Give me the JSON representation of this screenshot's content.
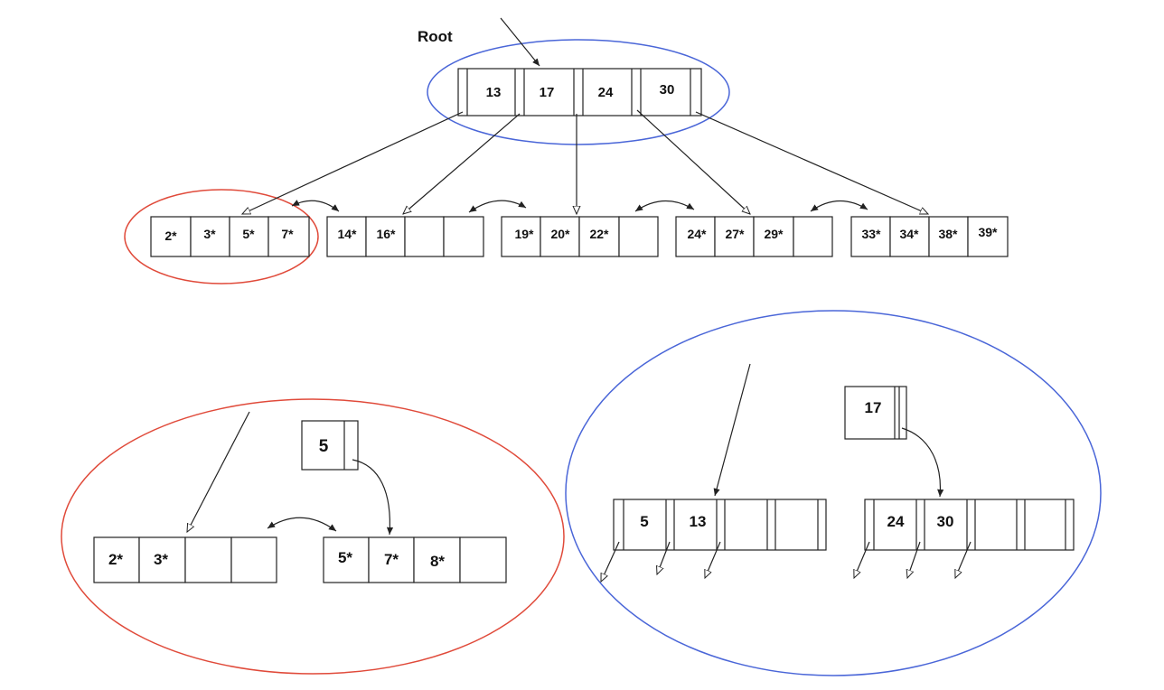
{
  "root_label": "Root",
  "colors": {
    "red_highlight": "#e04a3a",
    "blue_highlight": "#4a66d8",
    "ink": "#222222"
  },
  "tree": {
    "root_keys": [
      "13",
      "17",
      "24",
      "30"
    ],
    "leaves": [
      [
        "2*",
        "3*",
        "5*",
        "7*"
      ],
      [
        "14*",
        "16*",
        "",
        ""
      ],
      [
        "19*",
        "20*",
        "22*",
        ""
      ],
      [
        "24*",
        "27*",
        "29*",
        ""
      ],
      [
        "33*",
        "34*",
        "38*",
        "39*"
      ]
    ]
  },
  "leaf_split": {
    "left_leaf": [
      "2*",
      "3*",
      "",
      ""
    ],
    "right_leaf": [
      "5*",
      "7*",
      "8*",
      ""
    ],
    "copied_up_key": "5"
  },
  "index_split": {
    "left_node": [
      "5",
      "13",
      "",
      ""
    ],
    "right_node": [
      "24",
      "30",
      "",
      ""
    ],
    "pushed_up_key": "17"
  }
}
